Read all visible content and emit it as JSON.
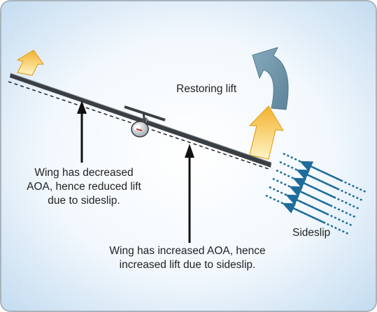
{
  "labels": {
    "restoring_lift": "Restoring lift",
    "decreased_aoa": "Wing has decreased\nAOA, hence reduced lift\ndue to sideslip.",
    "increased_aoa": "Wing has increased AOA, hence\nincreased lift due to sideslip.",
    "sideslip": "Sideslip"
  },
  "colors": {
    "background_center": "#ffffff",
    "background_edge": "#c4dcf0",
    "frame": "#a8b4be",
    "wing": "#3a3f44",
    "pointer_arrows": "#111111",
    "sideslip_arrows": "#1e6c9c",
    "restoring_arrow": "#6f95aa",
    "lift_arrow_top": "#f2b12b",
    "lift_arrow_bottom": "#fff6c8"
  },
  "icons": [
    "lift-arrow-icon",
    "restoring-lift-curved-arrow-icon",
    "sideslip-arrows-icon",
    "glider-icon"
  ]
}
